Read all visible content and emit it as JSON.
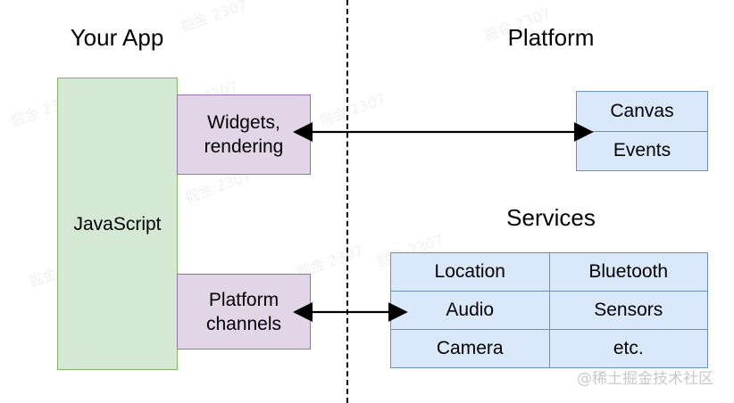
{
  "diagram": {
    "headings": {
      "your_app": "Your App",
      "platform": "Platform",
      "services": "Services"
    },
    "app_column": {
      "label": "JavaScript",
      "fill": "#d5e8d4",
      "stroke": "#82b366"
    },
    "bridge_boxes": [
      {
        "label": "Widgets,\nrendering",
        "fill": "#e1d5e7",
        "stroke": "#9673a6"
      },
      {
        "label": "Platform\nchannels",
        "fill": "#e1d5e7",
        "stroke": "#9673a6"
      }
    ],
    "platform_table": {
      "fill": "#dae8fc",
      "stroke": "#6c8ebf",
      "rows": [
        [
          "Canvas"
        ],
        [
          "Events"
        ]
      ]
    },
    "services_table": {
      "fill": "#dae8fc",
      "stroke": "#6c8ebf",
      "rows": [
        [
          "Location",
          "Bluetooth"
        ],
        [
          "Audio",
          "Sensors"
        ],
        [
          "Camera",
          "etc."
        ]
      ]
    },
    "connectors": [
      {
        "name": "widgets-to-canvas",
        "style": "double-headed"
      },
      {
        "name": "channels-to-services",
        "style": "double-headed"
      }
    ],
    "divider": {
      "style": "dashed",
      "color": "#000000"
    },
    "watermark": "@稀土掘金技术社区",
    "bg_watermark": "掘金 2307"
  }
}
